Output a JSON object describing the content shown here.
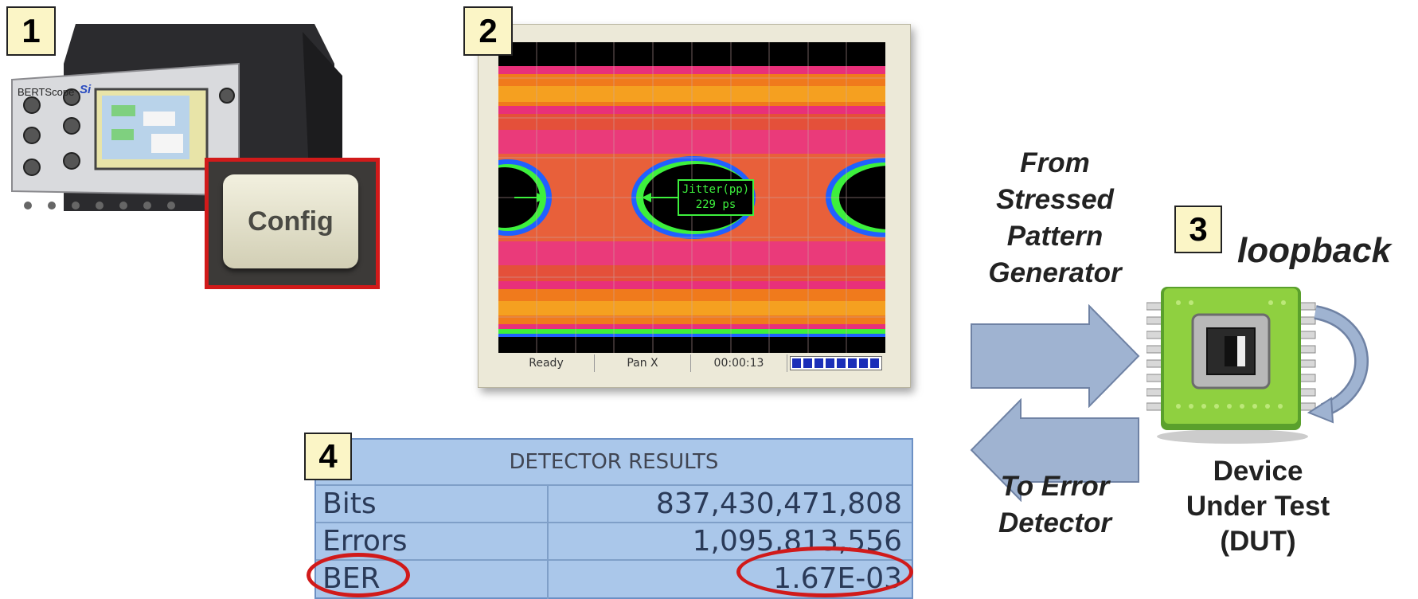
{
  "steps": [
    "1",
    "2",
    "3",
    "4"
  ],
  "instrument": {
    "brand_label": "BERTScope",
    "brand_suffix": "Si",
    "config_key_label": "Config"
  },
  "eye_diagram": {
    "measurement_label": "Jitter(pp)",
    "measurement_value": "229 ps",
    "status_ready": "Ready",
    "status_mode": "Pan X",
    "status_time": "00:00:13"
  },
  "flow": {
    "to_dut_label": "From Stressed Pattern Generator",
    "from_dut_label": "To Error Detector",
    "loopback_label": "loopback"
  },
  "dut": {
    "name": "Device Under Test (DUT)"
  },
  "detector_results": {
    "title": "DETECTOR RESULTS",
    "rows": [
      {
        "name": "Bits",
        "value": "837,430,471,808"
      },
      {
        "name": "Errors",
        "value": "1,095,813,556"
      },
      {
        "name": "BER",
        "value": "1.67E-03"
      }
    ]
  },
  "colors": {
    "badge_fill": "#fbf5c6",
    "highlight_red": "#d11a1a",
    "arrow_fill": "#9fb3d1",
    "eye_green": "#3df03d"
  }
}
